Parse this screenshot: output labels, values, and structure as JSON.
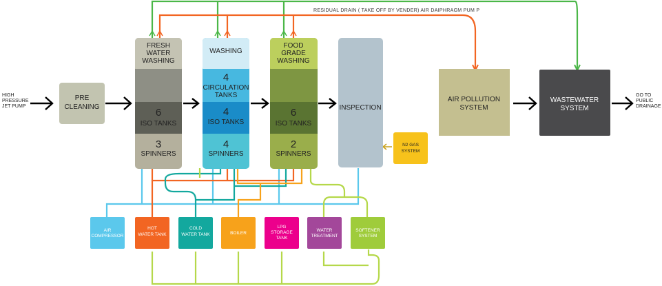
{
  "labels": {
    "input": [
      "HIGH",
      "PRESSURE",
      "JET PUMP"
    ],
    "output": [
      "GO TO",
      "PUBLIC",
      "DRAINAGE"
    ],
    "residual_note": "RESIDUAL DRAIN ( TAKE OFF BY VENDER)  AIR DAIPHRAGM PUM P"
  },
  "process": {
    "pre_cleaning": [
      "PRE",
      "CLEANING"
    ],
    "fresh_water": {
      "header": [
        "FRESH",
        "WATER",
        "WASHING"
      ],
      "tank_count": "6",
      "tank_label": "ISO TANKS",
      "spinner_count": "3",
      "spinner_label": "SPINNERS"
    },
    "washing": {
      "header": "WASHING",
      "circ_count": "4",
      "circ_label": [
        "CIRCULATION",
        "TANKS"
      ],
      "tank_count": "4",
      "tank_label": "ISO TANKS",
      "spinner_count": "4",
      "spinner_label": "SPINNERS"
    },
    "food_grade": {
      "header": [
        "FOOD",
        "GRADE",
        "WASHING"
      ],
      "tank_count": "6",
      "tank_label": "ISO TANKS",
      "spinner_count": "2",
      "spinner_label": "SPINNERS"
    },
    "inspection": "INSPECTION",
    "n2_gas": [
      "N2 GAS",
      "SYSTEM"
    ],
    "air_pollution": [
      "AIR POLLUTION",
      "SYSTEM"
    ],
    "wastewater": [
      "WASTEWATER",
      "SYSTEM"
    ]
  },
  "utilities": [
    {
      "lines": [
        "AIR",
        "COMPRESSOR"
      ],
      "color": "#5bc8ec"
    },
    {
      "lines": [
        "HOT",
        "WATER TANK"
      ],
      "color": "#f26522"
    },
    {
      "lines": [
        "COLD",
        "WATER TANK"
      ],
      "color": "#13a89e"
    },
    {
      "lines": [
        "BOILER"
      ],
      "color": "#f7a21b"
    },
    {
      "lines": [
        "LPG",
        "STORAGE",
        "TANK"
      ],
      "color": "#ec008c"
    },
    {
      "lines": [
        "WATER",
        "TREATMENT"
      ],
      "color": "#a3479a"
    },
    {
      "lines": [
        "SOFTENER",
        "SYSTEM"
      ],
      "color": "#9fcc3b"
    }
  ],
  "colors": {
    "pre_cleaning": "#c2c4b0",
    "fresh_header": "#c4c3b3",
    "fresh_mid": "#8e8f85",
    "fresh_iso": "#5e5f56",
    "fresh_spin": "#b4b09d",
    "wash_header": "#d2ecf6",
    "wash_circ": "#47b8e0",
    "wash_iso": "#1a8cc8",
    "wash_spin": "#4fc3d4",
    "food_header": "#bccf5d",
    "food_mid": "#7e9642",
    "food_iso": "#5a7432",
    "food_spin": "#9aae4b",
    "inspection": "#b3c3cd",
    "n2_gas": "#f7c21b",
    "air_pollution": "#c4bf90",
    "wastewater": "#4a4a4c",
    "green_line": "#4bb748",
    "orange_line": "#f26522",
    "light_green_line": "#b5d84a"
  }
}
